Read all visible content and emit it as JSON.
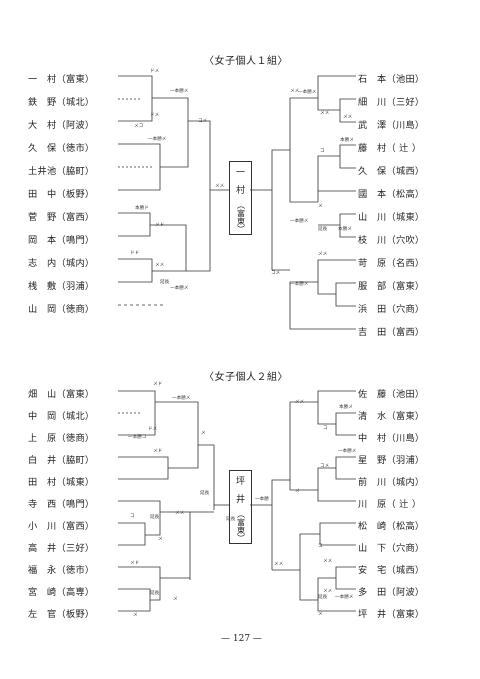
{
  "page": {
    "page_number": "— 127 —"
  },
  "group1": {
    "title": "〈女子個人１組〉",
    "winner": [
      "一",
      "村",
      "（富東）"
    ],
    "left": [
      {
        "name": "一　村",
        "school": "（富東）"
      },
      {
        "name": "鉄　野",
        "school": "（城北）"
      },
      {
        "name": "大　村",
        "school": "（阿波）"
      },
      {
        "name": "久　保",
        "school": "（徳市）"
      },
      {
        "name": "土井池",
        "school": "（脇町）"
      },
      {
        "name": "田　中",
        "school": "（板野）"
      },
      {
        "name": "菅　野",
        "school": "（富西）"
      },
      {
        "name": "岡　本",
        "school": "（鳴門）"
      },
      {
        "name": "志　内",
        "school": "（城内）"
      },
      {
        "name": "桟　敷",
        "school": "（羽浦）"
      },
      {
        "name": "山　岡",
        "school": "（徳商）"
      }
    ],
    "right": [
      {
        "name": "石　本",
        "school": "（池田）"
      },
      {
        "name": "細　川",
        "school": "（三好）"
      },
      {
        "name": "武　澤",
        "school": "（川島）"
      },
      {
        "name": "藤　村",
        "school": "（ 辻 ）"
      },
      {
        "name": "久　保",
        "school": "（城西）"
      },
      {
        "name": "國　本",
        "school": "（松高）"
      },
      {
        "name": "山　川",
        "school": "（城東）"
      },
      {
        "name": "枝　川",
        "school": "（穴吹）"
      },
      {
        "name": "苛　原",
        "school": "（名西）"
      },
      {
        "name": "服　部",
        "school": "（富東）"
      },
      {
        "name": "浜　田",
        "school": "（穴商）"
      },
      {
        "name": "吉　田",
        "school": "（富西）"
      }
    ],
    "marks": [
      "ドメ",
      "一本勝メ",
      "ドメ",
      "メコ",
      "一本勝メ",
      "コメ",
      "本勝ド",
      "メメ",
      "ドド",
      "メメ",
      "延長",
      "一本勝メ",
      "メド",
      "メメ",
      "一本勝メ",
      "メメ",
      "メメ",
      "本勝メ",
      "コ",
      "一本勝メ",
      "メ",
      "延長",
      "本勝メ",
      "コメ",
      "一本勝メ",
      "メメ"
    ]
  },
  "group2": {
    "title": "〈女子個人２組〉",
    "winner": [
      "坪",
      "井",
      "（富東）"
    ],
    "left": [
      {
        "name": "畑　山",
        "school": "（富東）"
      },
      {
        "name": "中　岡",
        "school": "（城北）"
      },
      {
        "name": "上　原",
        "school": "（徳商）"
      },
      {
        "name": "白　井",
        "school": "（脇町）"
      },
      {
        "name": "田　村",
        "school": "（城東）"
      },
      {
        "name": "寺　西",
        "school": "（鳴門）"
      },
      {
        "name": "小　川",
        "school": "（富西）"
      },
      {
        "name": "高　井",
        "school": "（三好）"
      },
      {
        "name": "福　永",
        "school": "（徳市）"
      },
      {
        "name": "宮　崎",
        "school": "（高専）"
      },
      {
        "name": "左　官",
        "school": "（板野）"
      }
    ],
    "right": [
      {
        "name": "佐　藤",
        "school": "（池田）"
      },
      {
        "name": "清　水",
        "school": "（富東）"
      },
      {
        "name": "中　村",
        "school": "（川島）"
      },
      {
        "name": "星　野",
        "school": "（羽浦）"
      },
      {
        "name": "前　川",
        "school": "（城内）"
      },
      {
        "name": "川　原",
        "school": "（ 辻 ）"
      },
      {
        "name": "松　崎",
        "school": "（松高）"
      },
      {
        "name": "山　下",
        "school": "（穴商）"
      },
      {
        "name": "安　宅",
        "school": "（城西）"
      },
      {
        "name": "多　田",
        "school": "（阿波）"
      },
      {
        "name": "坪　井",
        "school": "（富東）"
      }
    ],
    "marks": [
      "メド",
      "一本勝メ",
      "ドメ",
      "一本勝コ",
      "メド",
      "メ",
      "コ",
      "延長",
      "メメ",
      "メ",
      "メド",
      "延長",
      "メ",
      "メ",
      "延長",
      "メメ",
      "本勝メ",
      "コ",
      "一本勝メ",
      "コメ",
      "メ",
      "コ",
      "メメ",
      "メメ",
      "一本勝",
      "メメ",
      "延長",
      "一本勝メ",
      "メ",
      "延長"
    ]
  }
}
